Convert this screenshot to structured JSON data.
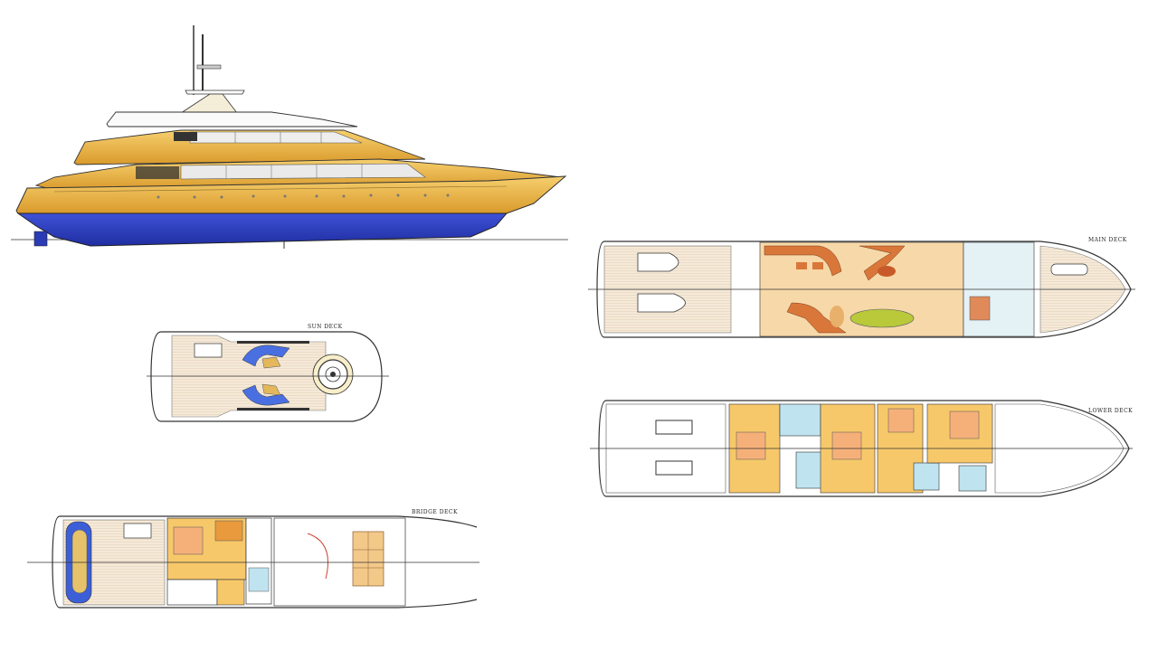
{
  "drawing": {
    "profile": {
      "hull_upper_color": "#e8ab3c",
      "hull_lower_color": "#2f3fc4"
    },
    "decks": [
      {
        "id": "sun",
        "label": "SUN DECK"
      },
      {
        "id": "bridge",
        "label": "BRIDGE DECK"
      },
      {
        "id": "main",
        "label": "MAIN DECK"
      },
      {
        "id": "lower",
        "label": "LOWER DECK"
      }
    ],
    "colors": {
      "deck_teak": "#f3e6d3",
      "cabin_orange": "#f7c86a",
      "bath_blue": "#bfe4ef",
      "sofa_blue": "#4a6fe0",
      "dining_green": "#b9c93a",
      "sofa_terracotta": "#d9773a"
    }
  }
}
